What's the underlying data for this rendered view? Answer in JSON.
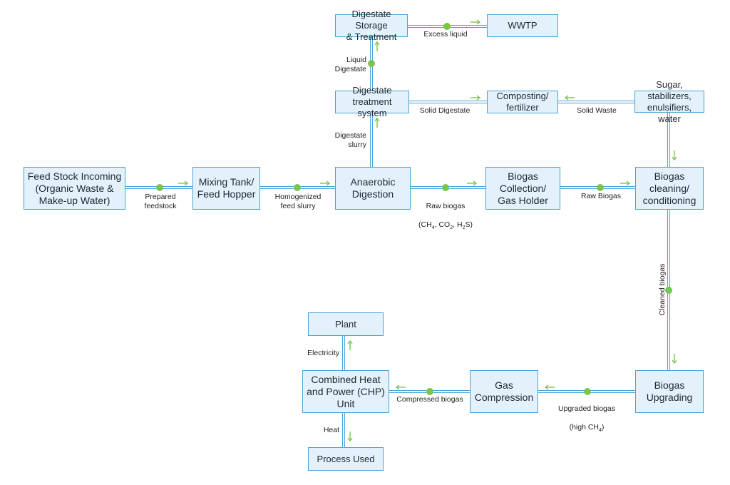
{
  "boxes": {
    "feedstock": "Feed Stock Incoming\n(Organic Waste &\nMake-up Water)",
    "mixing": "Mixing Tank/\nFeed Hopper",
    "anaerobic": "Anaerobic\nDigestion",
    "collection": "Biogas\nCollection/\nGas Holder",
    "cleaning": "Biogas\ncleaning/\nconditioning",
    "digestate_storage": "Digestate Storage\n& Treatment",
    "wwtp": "WWTP",
    "digestate_treatment": "Digestate\ntreatment system",
    "composting": "Composting/\nfertilizer",
    "sugar": "Sugar, stabilizers,\nenulsifiers, water",
    "upgrading": "Biogas\nUpgrading",
    "compression": "Gas\nCompression",
    "chp": "Combined Heat\nand Power (CHP)\nUnit",
    "plant": "Plant",
    "process": "Process Used"
  },
  "labels": {
    "prepared": "Prepared\nfeedstock",
    "homogenized": "Homogenized\nfeed slurry",
    "raw_biogas_1": "Raw biogas",
    "raw_biogas_1_formula": "(CH4, CO2, H2S)",
    "raw_biogas_2": "Raw Biogas",
    "excess_liquid": "Excess liquid",
    "liquid_digestate": "Liquid\nDigestate",
    "digestate_slurry": "Digestate\nslurry",
    "solid_digestate": "Solid Digestate",
    "solid_waste": "Solid Waste",
    "cleaned_biogas": "Cleaned biogas",
    "upgraded_biogas": "Upgraded biogas",
    "upgraded_biogas_formula": "(high CH4)",
    "compressed_biogas": "Compressed biogas",
    "electricity": "Electricity",
    "heat": "Heat"
  },
  "colors": {
    "box_fill": "#e3f1fa",
    "box_border": "#4aa3d6",
    "dot": "#7cc450",
    "arrow": "#7cc450"
  }
}
